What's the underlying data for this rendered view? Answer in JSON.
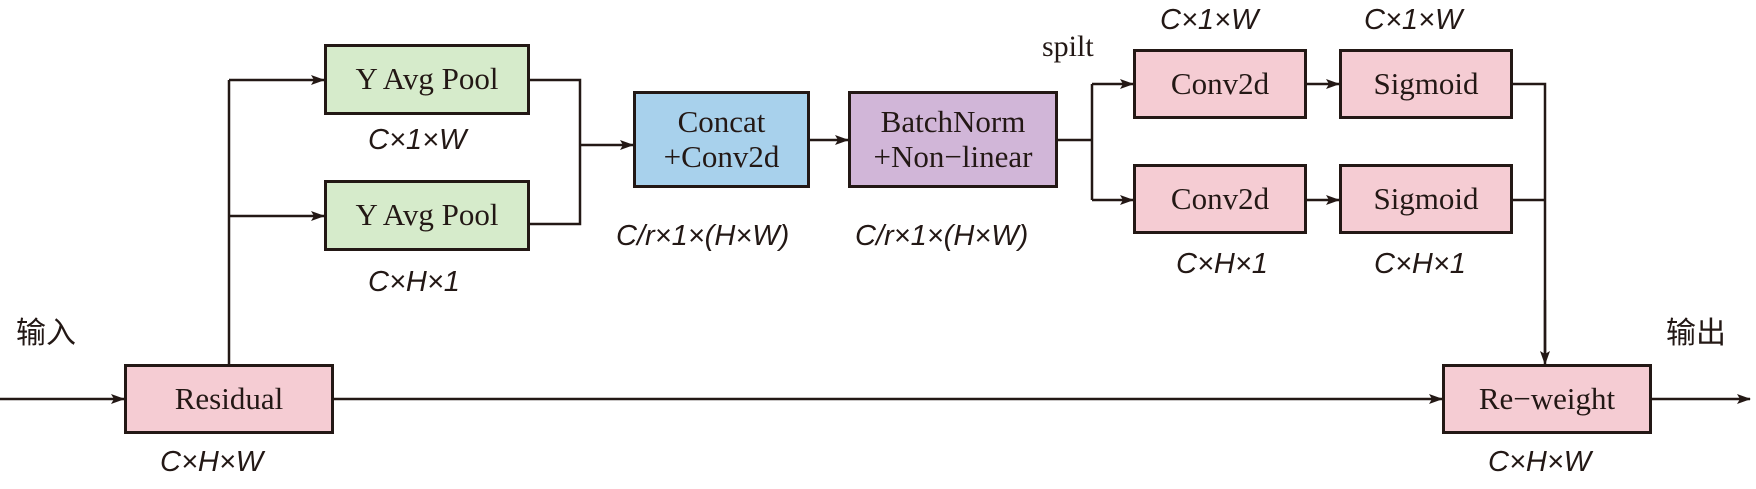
{
  "colors": {
    "line": "#231815",
    "pink": "#f5ccd3",
    "green": "#d6ebcb",
    "blue": "#a8d1ec",
    "purple": "#d1b6d8"
  },
  "io": {
    "input": "输入",
    "output": "输出"
  },
  "split_label": "spilt",
  "blocks": {
    "residual": {
      "lines": [
        "Residual"
      ],
      "dim": "C×H×W"
    },
    "pool_w": {
      "lines": [
        "Y Avg Pool"
      ],
      "dim": "C×1×W"
    },
    "pool_h": {
      "lines": [
        "Y Avg Pool"
      ],
      "dim": "C×H×1"
    },
    "concat": {
      "lines": [
        "Concat",
        "+Conv2d"
      ],
      "dim": "C/r×1×(H×W)"
    },
    "bn": {
      "lines": [
        "BatchNorm",
        "+Non−linear"
      ],
      "dim": "C/r×1×(H×W)"
    },
    "conv_top": {
      "lines": [
        "Conv2d"
      ],
      "dim": "C×1×W"
    },
    "sig_top": {
      "lines": [
        "Sigmoid"
      ],
      "dim": "C×1×W"
    },
    "conv_bot": {
      "lines": [
        "Conv2d"
      ],
      "dim": "C×H×1"
    },
    "sig_bot": {
      "lines": [
        "Sigmoid"
      ],
      "dim": "C×H×1"
    },
    "reweight": {
      "lines": [
        "Re−weight"
      ],
      "dim": "C×H×W"
    }
  }
}
